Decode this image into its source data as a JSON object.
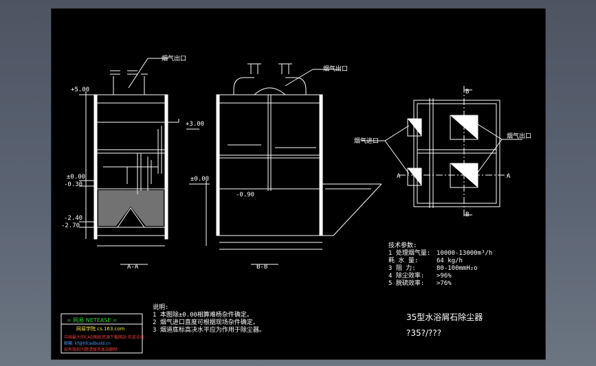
{
  "drawing": {
    "title": "35型水浴屑石除尘器",
    "subtitle": "?35?/???",
    "views": {
      "section_aa": "A-A",
      "section_bb": "B-B"
    },
    "labels": {
      "gas_outlet_1": "烟气出口",
      "gas_outlet_2": "烟气出口",
      "gas_outlet_3": "烟气出口",
      "gas_inlet": "烟气进口",
      "elev_500": "+5.00",
      "elev_300": "+3.00",
      "elev_000a": "±0.00",
      "elev_030": "-0.30",
      "elev_000b": "±0.00",
      "elev_090": "-0.90",
      "elev_240": "-2.40",
      "elev_270": "-2.70",
      "plan_a": "A",
      "plan_a2": "A",
      "plan_b": "B",
      "plan_b2": "B"
    },
    "tech": {
      "heading": "技术参数:",
      "rows": [
        {
          "k": "1 处理烟气量:",
          "v": "10000-13000m³/h"
        },
        {
          "k": "耗 水 量:",
          "v": "64 kg/h"
        },
        {
          "k": "3 阻  力:",
          "v": "80-100mmH₂o"
        },
        {
          "k": "4 除尘效率:",
          "v": ">96%"
        },
        {
          "k": "5 脱硫效率:",
          "v": ">76%"
        }
      ]
    },
    "notes": {
      "heading": "说明:",
      "lines": [
        "1 本图除±0.00相算难杨杂件确定。",
        "2 烟气进口直度可根据现场杂件确定。",
        "3 烟道底标高决水平应为作用于除尘器。"
      ]
    },
    "stamp": {
      "brand": "= 网易 NETEASE =",
      "site": "网易学院 cs.163.com",
      "line1": "中国最大的CAD图纸资源下载网站 欢迎访问",
      "line2": "邮箱: kf@hfcadbuild.cn",
      "line3": "如有版权问题请联系本站删除"
    }
  }
}
